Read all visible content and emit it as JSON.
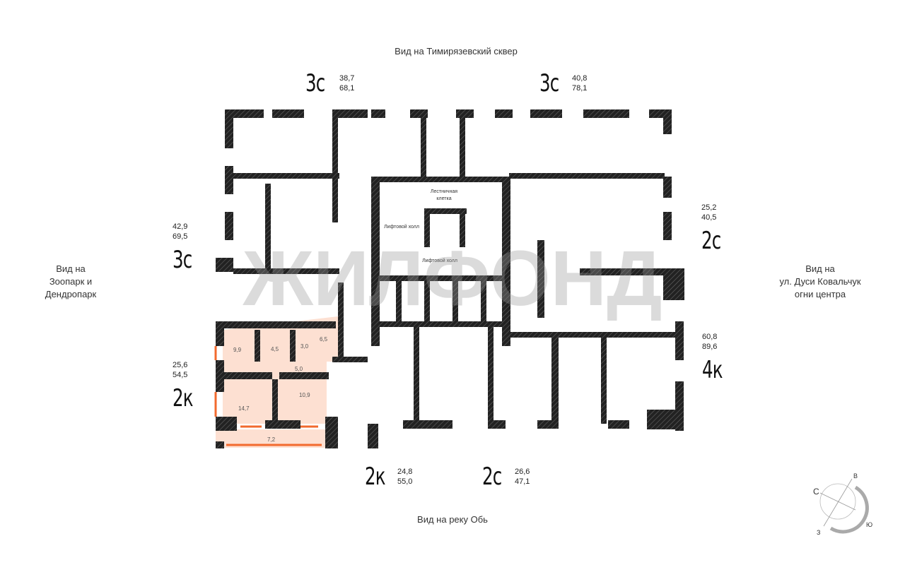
{
  "views": {
    "top": "Вид на Тимирязевский сквер",
    "left": [
      "Вид на",
      "Зоопарк и",
      "Дендропарк"
    ],
    "right": [
      "Вид на",
      "ул. Дуси Ковальчук",
      "огни центра"
    ],
    "bottom": "Вид на реку Обь"
  },
  "apartments": [
    {
      "type": "3с",
      "living": "38,7",
      "total": "68,1"
    },
    {
      "type": "3с",
      "living": "40,8",
      "total": "78,1"
    },
    {
      "type": "2с",
      "living": "25,2",
      "total": "40,5"
    },
    {
      "type": "4к",
      "living": "60,8",
      "total": "89,6"
    },
    {
      "type": "3с",
      "living": "42,9",
      "total": "69,5"
    },
    {
      "type": "2к",
      "living": "25,6",
      "total": "54,5"
    },
    {
      "type": "2к",
      "living": "24,8",
      "total": "55,0"
    },
    {
      "type": "2с",
      "living": "26,6",
      "total": "47,1"
    }
  ],
  "rooms": {
    "stair": [
      "Лестничная",
      "клетка"
    ],
    "lift_hall_1": "Лифтовой холл",
    "lift_hall_2": "Лифтовой холл"
  },
  "selected_rooms": [
    "9,9",
    "4,5",
    "3,0",
    "6,5",
    "5,0",
    "14,7",
    "10,9",
    "7,2"
  ],
  "watermark": "ЖИЛФОНД",
  "compass": {
    "n": "С",
    "e": "В",
    "s": "Ю",
    "w": "З"
  },
  "colors": {
    "highlight": "#fde0d2",
    "highlight_line": "#f26a2e",
    "wall": "#222222"
  }
}
